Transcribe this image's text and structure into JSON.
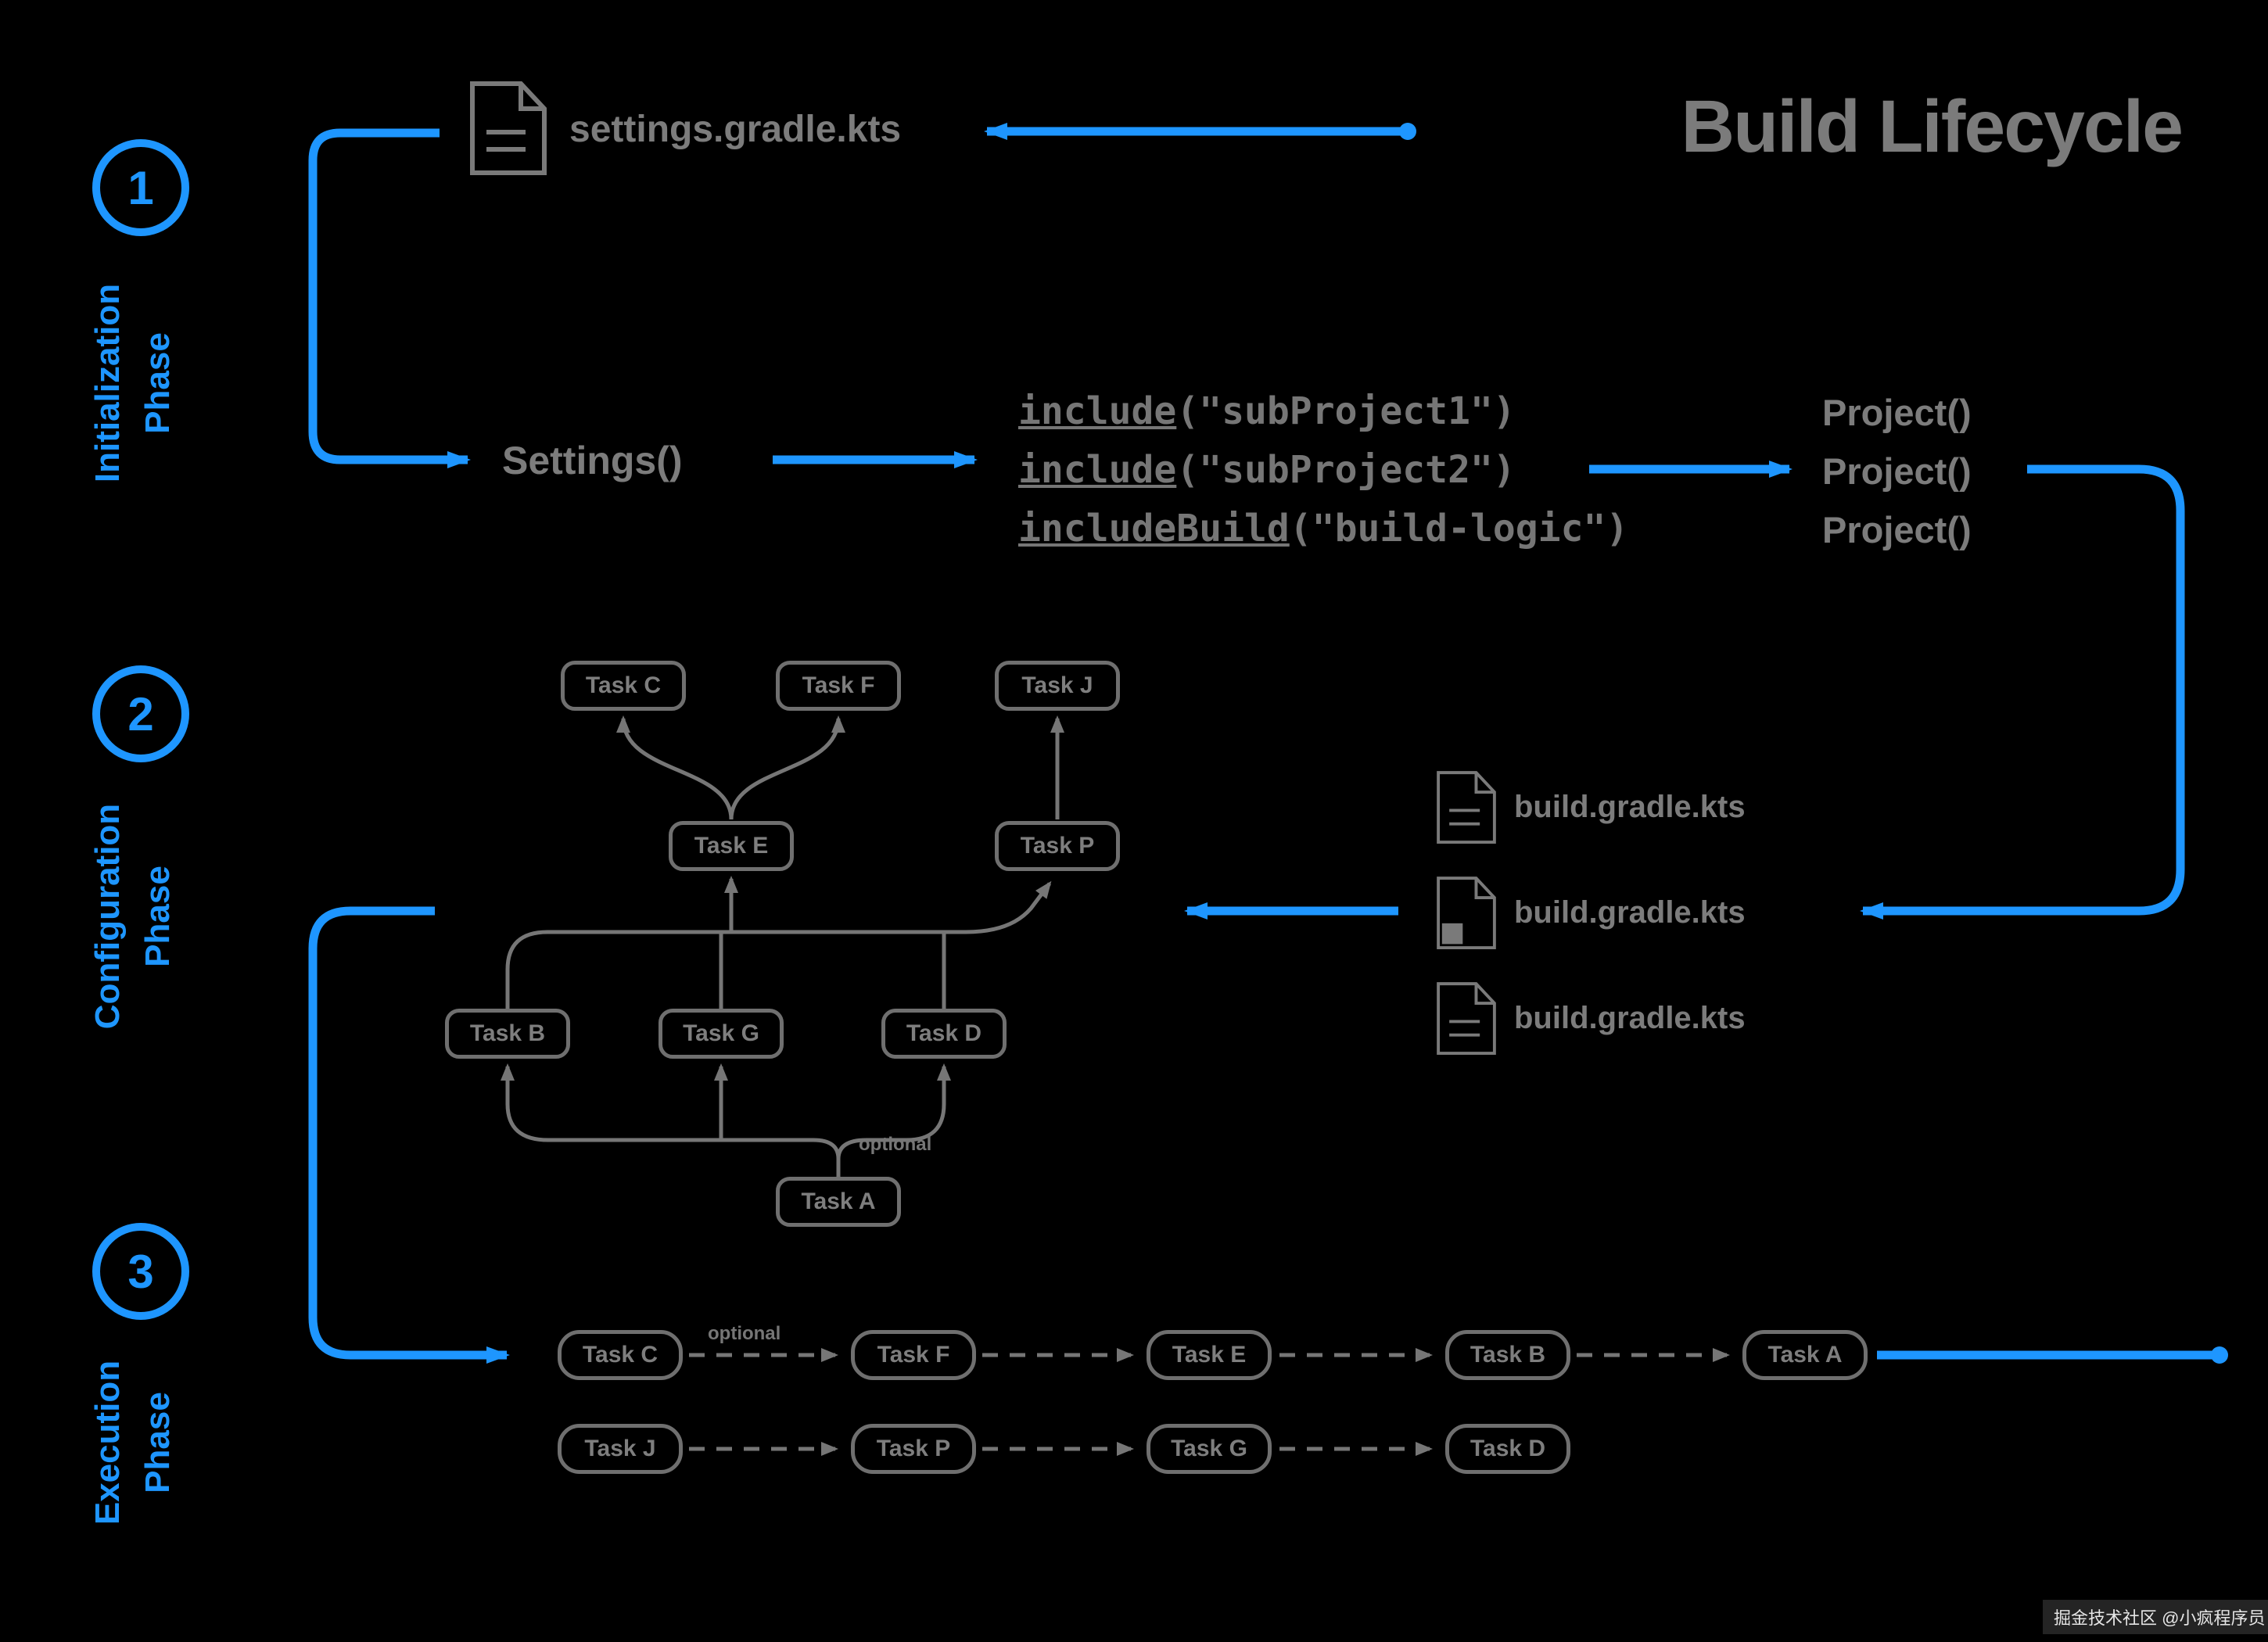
{
  "title": "Build Lifecycle",
  "phases": [
    {
      "number": "1",
      "line1": "Initialization",
      "line2": "Phase"
    },
    {
      "number": "2",
      "line1": "Configuration",
      "line2": "Phase"
    },
    {
      "number": "3",
      "line1": "Execution",
      "line2": "Phase"
    }
  ],
  "initialization": {
    "settings_file_label": "settings.gradle.kts",
    "settings_object": "Settings()",
    "code_lines": [
      {
        "fn": "include",
        "rest": "(\"subProject1\")"
      },
      {
        "fn": "include",
        "rest": "(\"subProject2\")"
      },
      {
        "fn": "includeBuild",
        "rest": "(\"build-logic\")"
      }
    ],
    "projects": [
      "Project()",
      "Project()",
      "Project()"
    ]
  },
  "configuration": {
    "build_files": [
      "build.gradle.kts",
      "build.gradle.kts",
      "build.gradle.kts"
    ],
    "dag_nodes": [
      "Task C",
      "Task F",
      "Task J",
      "Task E",
      "Task P",
      "Task B",
      "Task G",
      "Task D",
      "Task A"
    ],
    "edge_label": "optional"
  },
  "execution": {
    "row1": [
      "Task C",
      "Task F",
      "Task E",
      "Task B",
      "Task A"
    ],
    "row2": [
      "Task J",
      "Task P",
      "Task G",
      "Task D"
    ],
    "edge_label": "optional"
  },
  "watermark": "掘金技术社区 @小疯程序员",
  "colors": {
    "accent": "#1e96ff",
    "gray": "#767676",
    "background": "#000000"
  }
}
